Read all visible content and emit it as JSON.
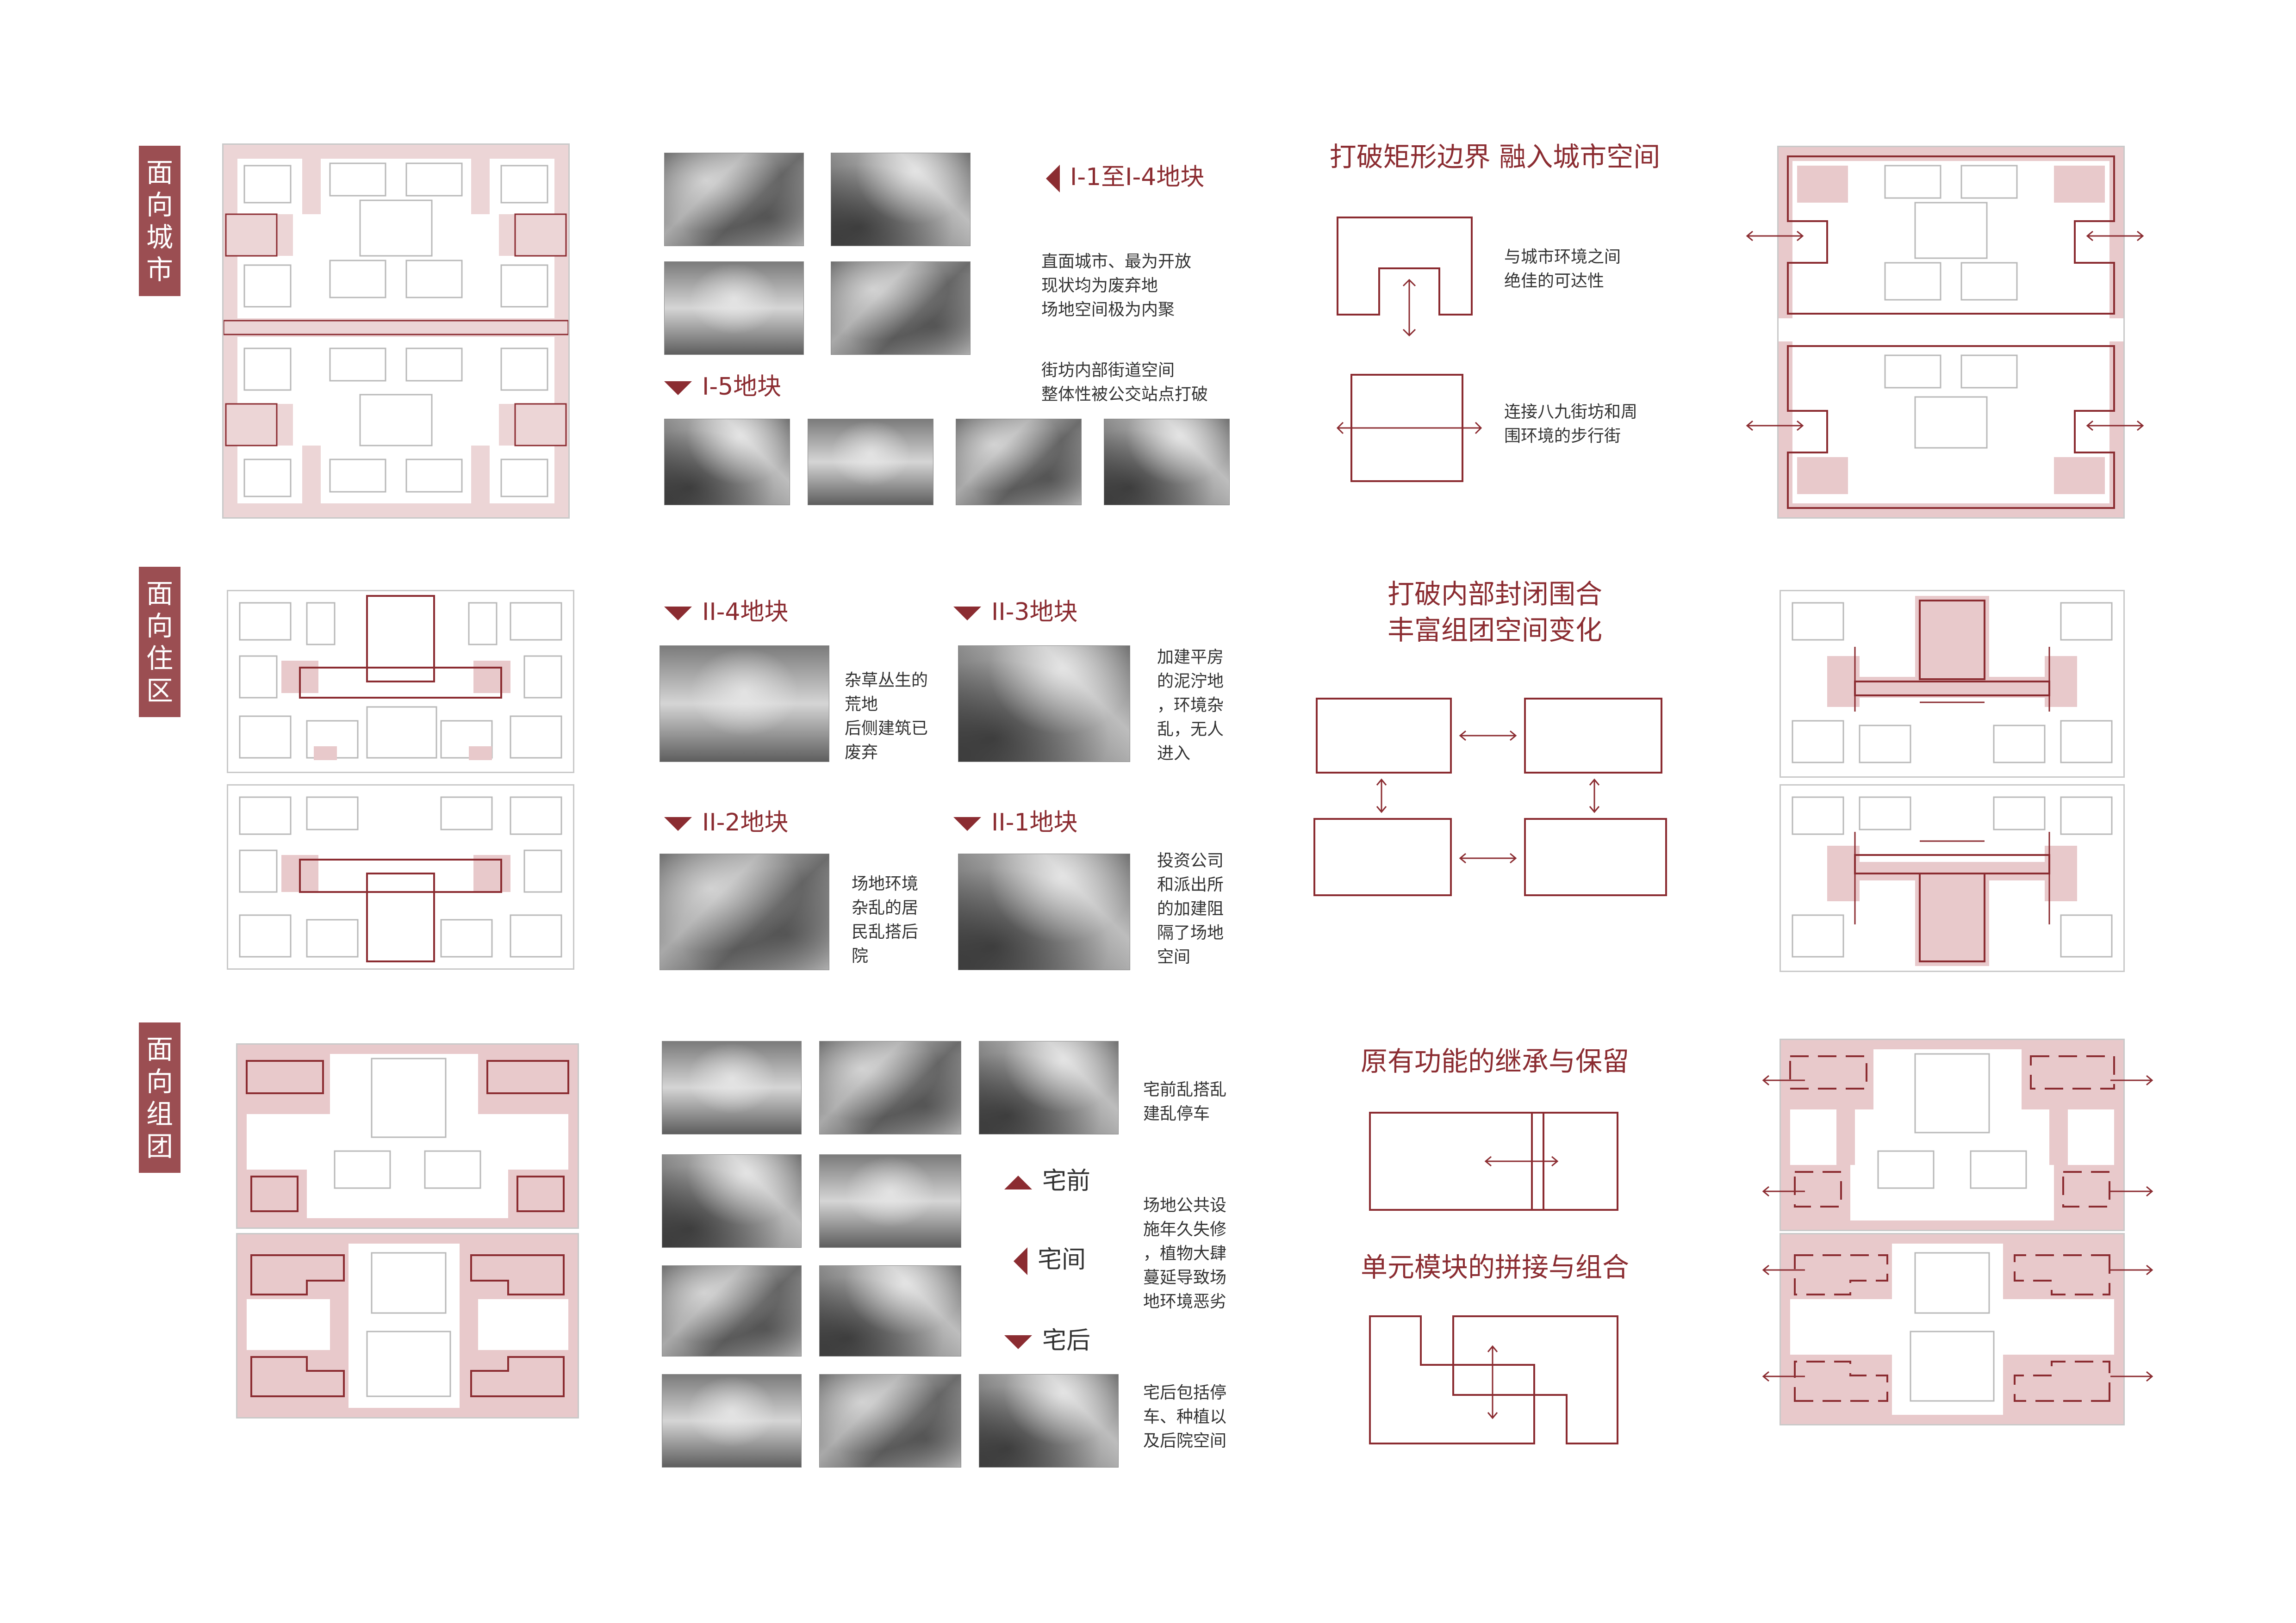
{
  "rows": [
    {
      "tab": [
        "面",
        "向",
        "城",
        "市"
      ],
      "parcel_labels": [
        "I-1至I-4地块",
        "I-5地块"
      ],
      "notes": [
        [
          "直面城市、最为开放",
          "现状均为废弃地",
          "场地空间极为内聚"
        ],
        [
          "街坊内部街道空间",
          "整体性被公交站点打破"
        ]
      ],
      "strategy_title": [
        "打破矩形边界 融入城市空间"
      ],
      "strategy_notes": [
        [
          "与城市环境之间",
          "绝佳的可达性"
        ],
        [
          "连接八九街坊和周",
          "围环境的步行街"
        ]
      ]
    },
    {
      "tab": [
        "面",
        "向",
        "住",
        "区"
      ],
      "parcel_labels": [
        "II-4地块",
        "II-3地块",
        "II-2地块",
        "II-1地块"
      ],
      "notes": [
        [
          "杂草丛生的",
          "荒地",
          "后侧建筑已",
          "废弃"
        ],
        [
          "加建平房",
          "的泥泞地",
          "，环境杂",
          "乱，无人",
          "进入"
        ],
        [
          "场地环境",
          "杂乱的居",
          "民乱搭后",
          "院"
        ],
        [
          "投资公司",
          "和派出所",
          "的加建阻",
          "隔了场地",
          "空间"
        ]
      ],
      "strategy_title": [
        "打破内部封闭围合",
        "丰富组团空间变化"
      ]
    },
    {
      "tab": [
        "面",
        "向",
        "组",
        "团"
      ],
      "parcel_labels": [
        "宅前",
        "宅间",
        "宅后"
      ],
      "notes": [
        [
          "宅前乱搭乱",
          "建乱停车"
        ],
        [
          "场地公共设",
          "施年久失修",
          "，植物大肆",
          "蔓延导致场",
          "地环境恶劣"
        ],
        [
          "宅后包括停",
          "车、种植以",
          "及后院空间"
        ]
      ],
      "strategy_title": [
        "原有功能的继承与保留",
        "单元模块的拼接与组合"
      ]
    }
  ],
  "colors": {
    "accent": "#8b2c31",
    "tab_bg": "#9b4e52",
    "pink_fill": "#e8c9cb",
    "plan_line": "#b9b9b9"
  }
}
